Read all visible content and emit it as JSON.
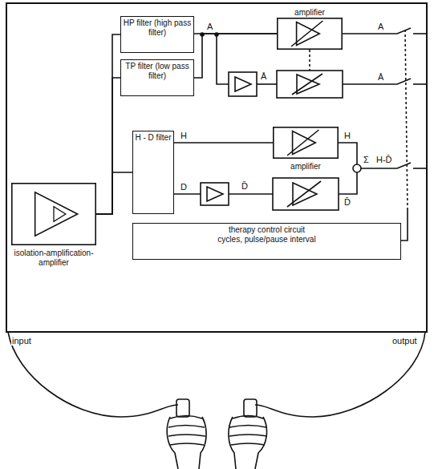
{
  "diagram": {
    "nodes": [
      {
        "text": [
          "isolation-amplification-amplifier"
        ]
      },
      {
        "text": [
          "HP filter (high pass filter)"
        ]
      },
      {
        "text": [
          "TP filter (low pass filter)"
        ]
      },
      {
        "text": [
          "amplifier"
        ]
      },
      {
        "text": [
          "H - D filter"
        ]
      },
      {
        "text": [
          "amplifier"
        ]
      },
      {
        "text": [
          "therapy control circuit",
          "cycles, pulse/pause interval"
        ]
      }
    ],
    "edges": [
      {
        "from": 0,
        "to": 1,
        "arrow": "none"
      },
      {
        "from": 0,
        "to": 2,
        "arrow": "none"
      },
      {
        "from": 0,
        "to": 4,
        "arrow": "none"
      },
      {
        "from": 1,
        "to": 3,
        "arrow": "none"
      },
      {
        "from": 2,
        "to": 3,
        "arrow": "none"
      },
      {
        "from": 4,
        "to": 5,
        "arrow": "none"
      }
    ],
    "labels": [
      "A",
      "Ā",
      "A",
      "Ā",
      "H",
      "D",
      "D̄",
      "H",
      "D̄",
      "Σ",
      "H-D̄",
      "input",
      "output"
    ]
  }
}
